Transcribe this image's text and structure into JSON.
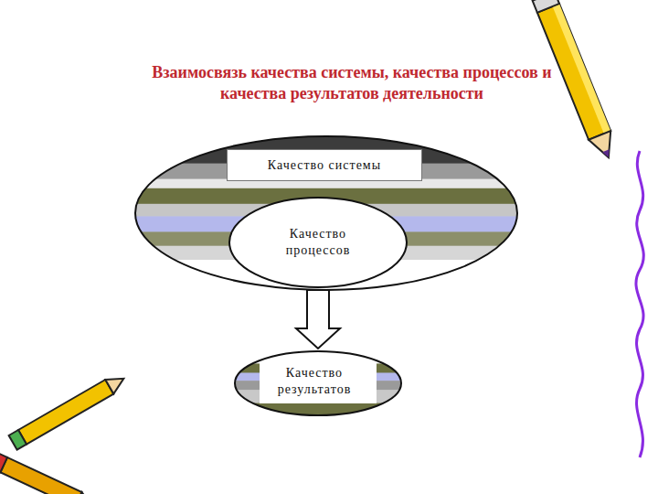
{
  "diagram": {
    "title": "Взаимосвязь качества системы, качества процессов и качества результатов деятельности",
    "nodes": [
      {
        "text": [
          "Качество системы"
        ]
      },
      {
        "text": [
          "Качество процессов"
        ],
        "in": 0
      },
      {
        "text": [
          "Качество результатов"
        ]
      }
    ],
    "edges": [
      {
        "from": 1,
        "to": 2,
        "arrow": "to"
      }
    ]
  }
}
